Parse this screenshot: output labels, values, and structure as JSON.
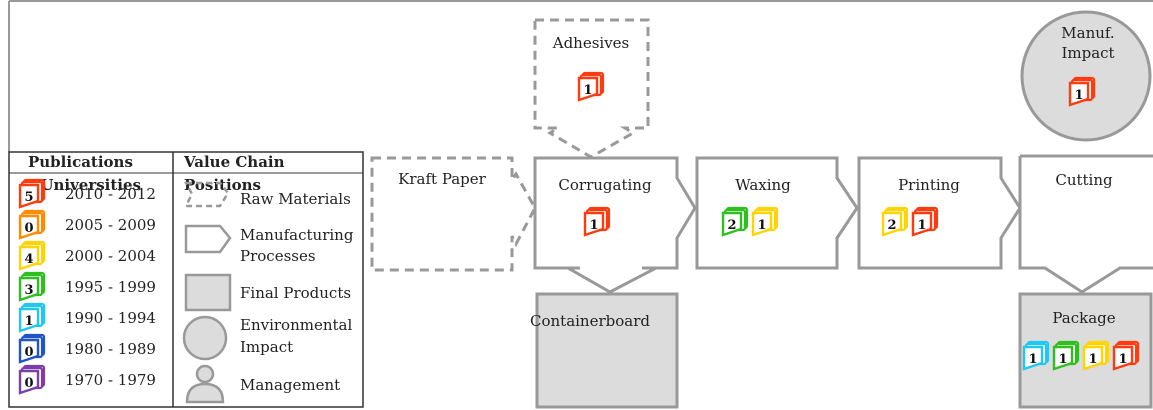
{
  "legend": {
    "publications_header_line1": "Publications",
    "publications_header_line2": "w/Universities",
    "positions_header_line1": "Value Chain",
    "positions_header_line2": "Positions",
    "periods": [
      {
        "count": "5",
        "range": "2010 - 2012",
        "color": "#ff3b10"
      },
      {
        "count": "0",
        "range": "2005 - 2009",
        "color": "#ff8c00"
      },
      {
        "count": "4",
        "range": "2000 - 2004",
        "color": "#ffd400"
      },
      {
        "count": "3",
        "range": "1995 - 1999",
        "color": "#2fbf1e"
      },
      {
        "count": "1",
        "range": "1990 - 1994",
        "color": "#1ec8f0"
      },
      {
        "count": "0",
        "range": "1980 - 1989",
        "color": "#1f55c8"
      },
      {
        "count": "0",
        "range": "1970 - 1979",
        "color": "#7b3fa8"
      }
    ],
    "positions": {
      "raw_materials": "Raw Materials",
      "manufacturing_line1": "Manufacturing",
      "manufacturing_line2": "Processes",
      "final_products": "Final Products",
      "environmental_line1": "Environmental",
      "environmental_line2": "Impact",
      "management": "Management"
    }
  },
  "nodes": {
    "adhesives": {
      "label": "Adhesives",
      "badges": [
        {
          "n": "1",
          "color": "#ff3b10"
        }
      ]
    },
    "kraft_paper": {
      "label": "Kraft Paper"
    },
    "corrugating": {
      "label": "Corrugating",
      "badges": [
        {
          "n": "1",
          "color": "#ff3b10"
        }
      ]
    },
    "waxing": {
      "label": "Waxing",
      "badges": [
        {
          "n": "2",
          "color": "#2fbf1e"
        },
        {
          "n": "1",
          "color": "#ffd400"
        }
      ]
    },
    "printing": {
      "label": "Printing",
      "badges": [
        {
          "n": "2",
          "color": "#ffd400"
        },
        {
          "n": "1",
          "color": "#ff3b10"
        }
      ]
    },
    "cutting": {
      "label": "Cutting"
    },
    "manuf_impact": {
      "label_line1": "Manuf.",
      "label_line2": "Impact",
      "badges": [
        {
          "n": "1",
          "color": "#ff3b10"
        }
      ]
    },
    "containerboard": {
      "label": "Containerboard"
    },
    "package": {
      "label": "Package",
      "badges": [
        {
          "n": "1",
          "color": "#1ec8f0"
        },
        {
          "n": "1",
          "color": "#2fbf1e"
        },
        {
          "n": "1",
          "color": "#ffd400"
        },
        {
          "n": "1",
          "color": "#ff3b10"
        }
      ]
    }
  },
  "colors": {
    "stroke": "#9a9a9a",
    "fill_gray": "#dcdcdc"
  }
}
